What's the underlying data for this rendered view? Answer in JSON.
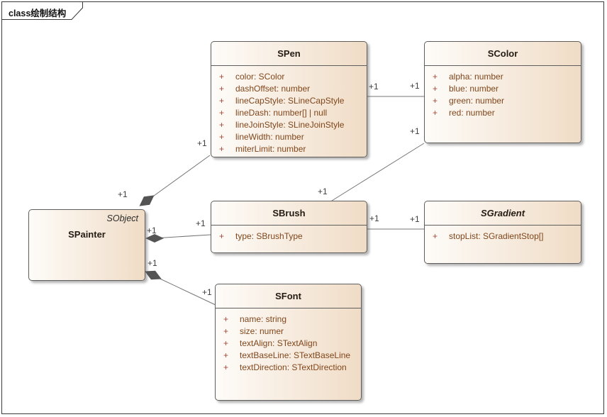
{
  "frame": {
    "title": "class绘制结构"
  },
  "classes": [
    {
      "name": "SPainter",
      "corner_label": "SObject",
      "attributes": []
    },
    {
      "name": "SPen",
      "attributes": [
        {
          "vis": "+",
          "text": "color: SColor"
        },
        {
          "vis": "+",
          "text": "dashOffset: number"
        },
        {
          "vis": "+",
          "text": "lineCapStyle: SLineCapStyle"
        },
        {
          "vis": "+",
          "text": "lineDash: number[] | null"
        },
        {
          "vis": "+",
          "text": "lineJoinStyle: SLineJoinStyle"
        },
        {
          "vis": "+",
          "text": "lineWidth: number"
        },
        {
          "vis": "+",
          "text": "miterLimit: number"
        }
      ]
    },
    {
      "name": "SColor",
      "attributes": [
        {
          "vis": "+",
          "text": "alpha: number"
        },
        {
          "vis": "+",
          "text": "blue: number"
        },
        {
          "vis": "+",
          "text": "green: number"
        },
        {
          "vis": "+",
          "text": "red: number"
        }
      ]
    },
    {
      "name": "SBrush",
      "attributes": [
        {
          "vis": "+",
          "text": "type: SBrushType"
        }
      ]
    },
    {
      "name": "SGradient",
      "abstract": true,
      "attributes": [
        {
          "vis": "+",
          "text": "stopList: SGradientStop[]"
        }
      ]
    },
    {
      "name": "SFont",
      "attributes": [
        {
          "vis": "+",
          "text": "name: string"
        },
        {
          "vis": "+",
          "text": "size: numer"
        },
        {
          "vis": "+",
          "text": "textAlign: STextAlign"
        },
        {
          "vis": "+",
          "text": "textBaseLine: STextBaseLine"
        },
        {
          "vis": "+",
          "text": "textDirection: STextDirection"
        }
      ]
    }
  ],
  "connectors": [
    {
      "id": "spainter-spen",
      "type": "composition",
      "end_labels": [
        "+1",
        "+1"
      ]
    },
    {
      "id": "spainter-sbrush",
      "type": "composition",
      "end_labels": [
        "+1",
        "+1"
      ]
    },
    {
      "id": "spainter-sfont",
      "type": "composition",
      "end_labels": [
        "+1",
        "+1"
      ]
    },
    {
      "id": "spen-scolor",
      "type": "association",
      "end_labels": [
        "+1",
        "+1"
      ]
    },
    {
      "id": "sbrush-scolor",
      "type": "association",
      "end_labels": [
        "+1",
        "+1"
      ]
    },
    {
      "id": "sbrush-sgradient",
      "type": "association",
      "end_labels": [
        "+1",
        "+1"
      ]
    }
  ],
  "colors": {
    "box_fill_light": "#fefcf9",
    "box_fill_dark": "#f0dcc6",
    "box_border": "#5e5e5e",
    "attr_text": "#80461b",
    "visibility_marker": "#a64936",
    "connector_line": "#757575",
    "diamond_fill": "#545454",
    "frame_border": "#3a3a3a"
  }
}
